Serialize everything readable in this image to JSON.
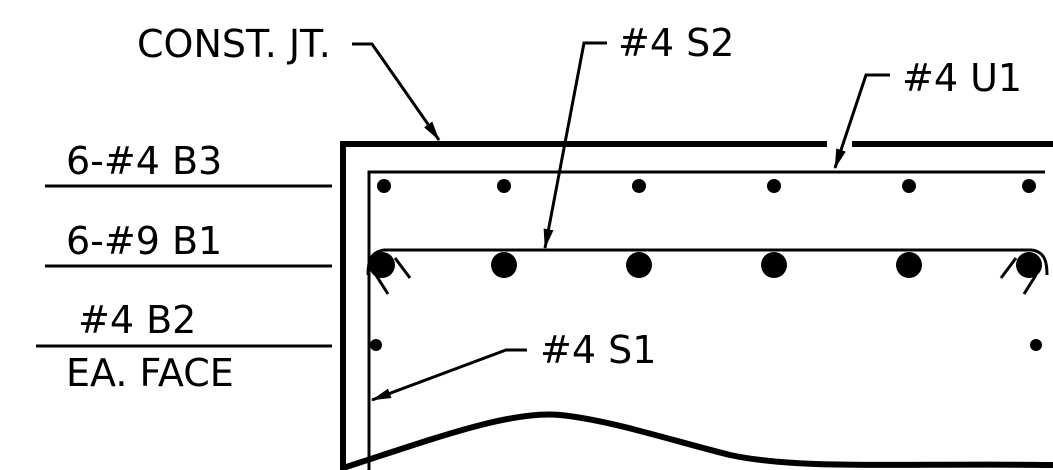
{
  "labels": {
    "const_jt": "CONST. JT.",
    "s2": "#4 S2",
    "u1": "#4 U1",
    "b3": "6-#4 B3",
    "b1": "6-#9 B1",
    "b2": "#4 B2",
    "ea_face": "EA. FACE",
    "s1": "#4 S1"
  },
  "colors": {
    "ink": "#000000",
    "background": "#ffffff"
  }
}
